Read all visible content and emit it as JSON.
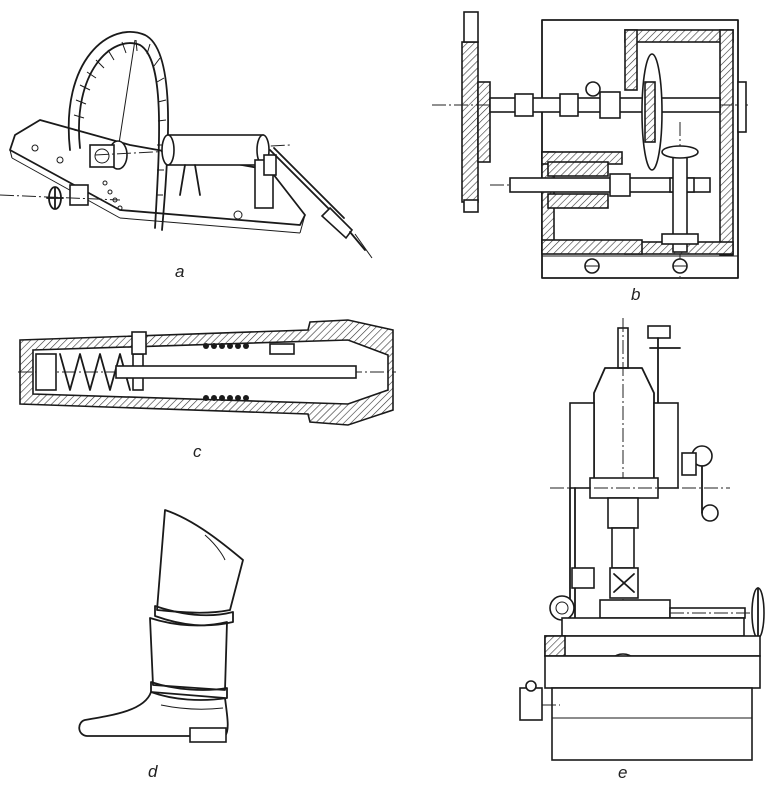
{
  "figure": {
    "panels": [
      {
        "id": "a",
        "label": "a",
        "content": "dividing-head-fixture"
      },
      {
        "id": "b",
        "label": "b",
        "content": "gear-housing-section"
      },
      {
        "id": "c",
        "label": "c",
        "content": "spring-collet-section"
      },
      {
        "id": "d",
        "label": "d",
        "content": "boot-outline"
      },
      {
        "id": "e",
        "label": "e",
        "content": "measuring-machine"
      }
    ]
  }
}
